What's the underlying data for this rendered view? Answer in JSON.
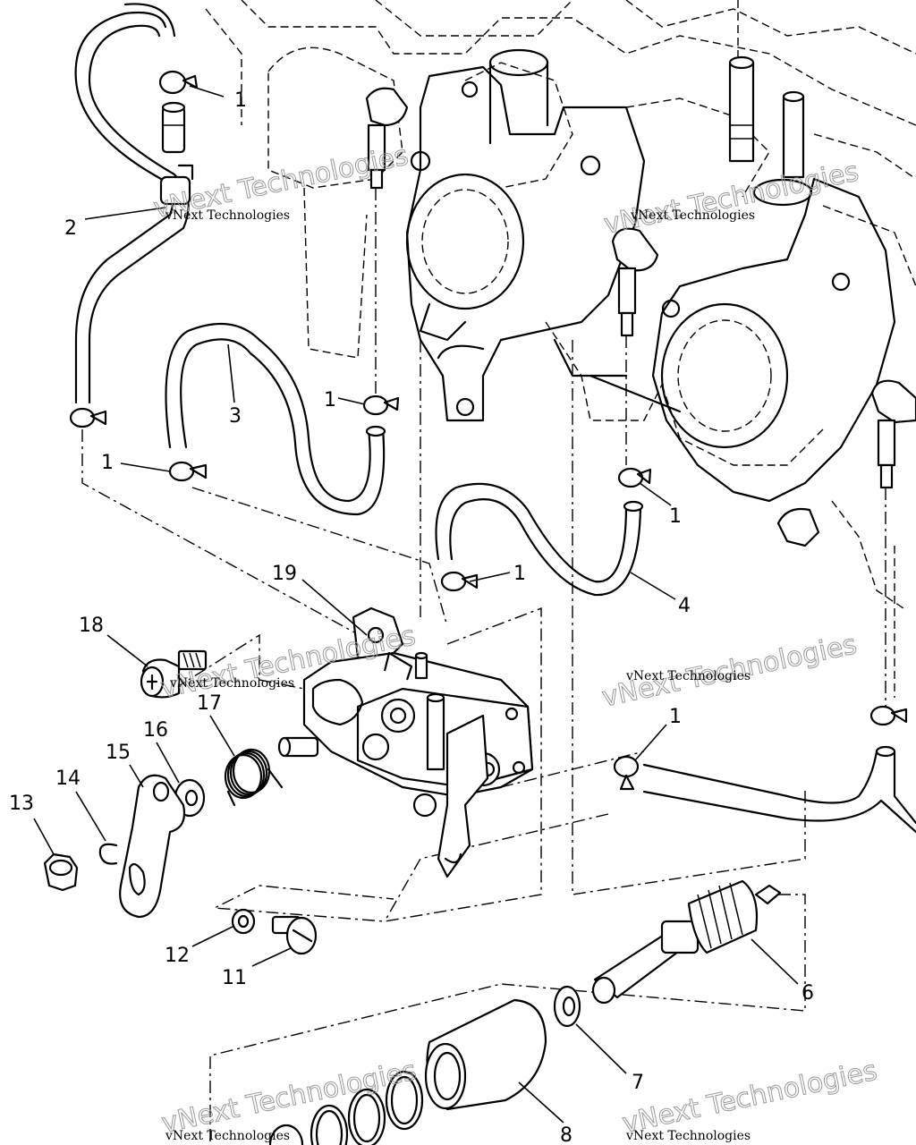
{
  "watermarks": [
    {
      "small": "vNext Technologies",
      "big": "vNext Technologies"
    },
    {
      "small": "vNext Technologies",
      "big": "vNext Technologies"
    },
    {
      "small": "vNext Technologies",
      "big": "vNext Technologies"
    },
    {
      "small": "vNext Technologies",
      "big": "vNext Technologies"
    },
    {
      "small": "vNext Technologies",
      "big": "vNext Technologies"
    },
    {
      "small": "vNext Technologies",
      "big": "vNext Technologies"
    }
  ],
  "callouts": [
    "1",
    "1",
    "1",
    "1",
    "1",
    "1",
    "1",
    "2",
    "3",
    "4",
    "6",
    "7",
    "8",
    "11",
    "12",
    "13",
    "14",
    "15",
    "16",
    "17",
    "18",
    "19"
  ]
}
